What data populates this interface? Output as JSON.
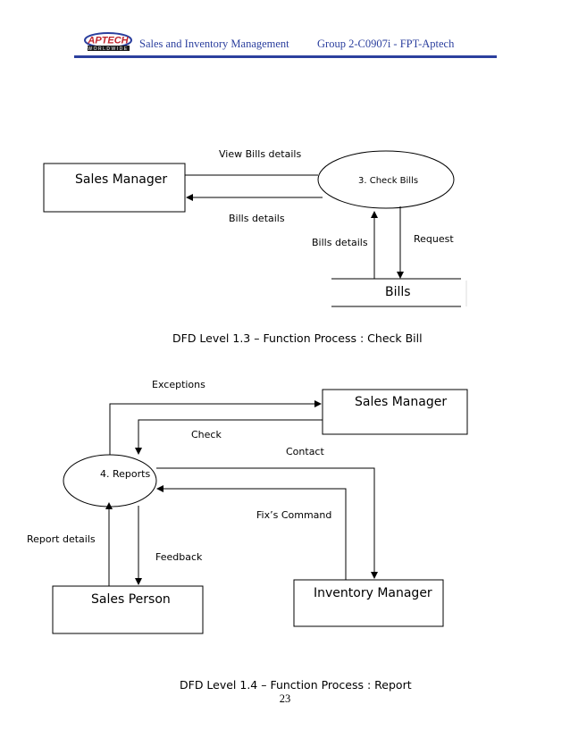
{
  "header": {
    "logo_text": "APTECH",
    "logo_subtext": "WORLDWIDE",
    "left_text": "Sales and Inventory Management",
    "right_text": "Group 2-C0907i  -  FPT-Aptech",
    "rule_color": "#2b3f9e"
  },
  "diagram1": {
    "entity_label": "Sales Manager",
    "process_label": "3. Check Bills",
    "store_label": "Bills",
    "flow_view_bills": "View Bills details",
    "flow_bills_details_left": "Bills details",
    "flow_bills_details_up": "Bills details",
    "flow_request": "Request",
    "caption": "DFD Level 1.3 – Function Process : Check Bill"
  },
  "diagram2": {
    "entity_manager_label": "Sales Manager",
    "process_label": "4. Reports",
    "entity_person_label": "Sales Person",
    "entity_inventory_label": "Inventory Manager",
    "flow_exceptions": "Exceptions",
    "flow_check": "Check",
    "flow_contact": "Contact",
    "flow_fix_command": "Fix’s Command",
    "flow_report_details": "Report details",
    "flow_feedback": "Feedback",
    "caption": "DFD Level 1.4 – Function Process : Report"
  },
  "page_number": "23"
}
